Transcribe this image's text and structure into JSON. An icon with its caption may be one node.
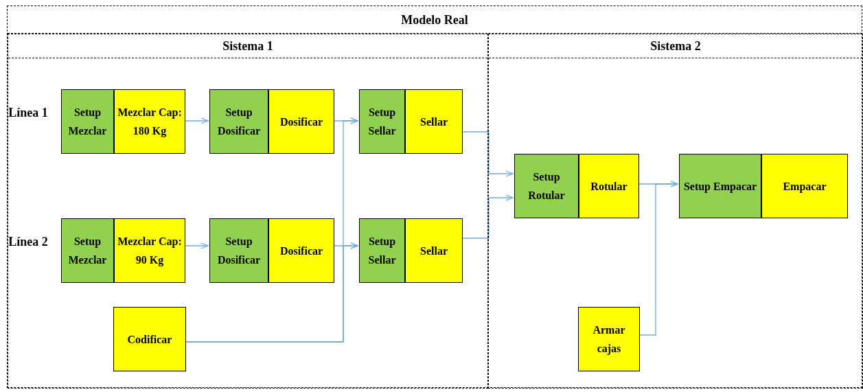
{
  "diagram": {
    "nodes": [
      {
        "text": [
          "Modelo Real"
        ]
      },
      {
        "text": [
          "Sistema 1"
        ],
        "in": 0
      },
      {
        "text": [
          "Sistema 2"
        ],
        "in": 0
      },
      {
        "text": [
          "Setup Mezclar"
        ],
        "in": 1
      },
      {
        "text": [
          "Mezclar Cap: 180 Kg"
        ],
        "in": 1
      },
      {
        "text": [
          "Setup Dosificar"
        ],
        "in": 1
      },
      {
        "text": [
          "Dosificar"
        ],
        "in": 1
      },
      {
        "text": [
          "Setup Sellar"
        ],
        "in": 1
      },
      {
        "text": [
          "Sellar"
        ],
        "in": 1
      },
      {
        "text": [
          "Setup Mezclar"
        ],
        "in": 1
      },
      {
        "text": [
          "Mezclar Cap: 90 Kg"
        ],
        "in": 1
      },
      {
        "text": [
          "Setup Dosificar"
        ],
        "in": 1
      },
      {
        "text": [
          "Dosificar"
        ],
        "in": 1
      },
      {
        "text": [
          "Setup Sellar"
        ],
        "in": 1
      },
      {
        "text": [
          "Sellar"
        ],
        "in": 1
      },
      {
        "text": [
          "Codificar"
        ],
        "in": 1
      },
      {
        "text": [
          "Setup Rotular"
        ],
        "in": 2
      },
      {
        "text": [
          "Rotular"
        ],
        "in": 2
      },
      {
        "text": [
          "Setup Empacar"
        ],
        "in": 2
      },
      {
        "text": [
          "Empacar"
        ],
        "in": 2
      },
      {
        "text": [
          "Armar cajas"
        ],
        "in": 2
      }
    ],
    "edges": [
      {
        "from": 4,
        "to": 5,
        "arrow": "to"
      },
      {
        "from": 6,
        "to": 7,
        "arrow": "to"
      },
      {
        "from": 10,
        "to": 11,
        "arrow": "to"
      },
      {
        "from": 12,
        "to": 13,
        "arrow": "to"
      },
      {
        "from": 15,
        "to": 7,
        "arrow": "to"
      },
      {
        "from": 15,
        "to": 13,
        "arrow": "to"
      },
      {
        "from": 8,
        "to": 16,
        "arrow": "to"
      },
      {
        "from": 14,
        "to": 16,
        "arrow": "to"
      },
      {
        "from": 17,
        "to": 18,
        "arrow": "to"
      },
      {
        "from": 20,
        "to": 18,
        "arrow": "to"
      }
    ],
    "labels": [
      "Línea 1",
      "Línea 2"
    ]
  }
}
